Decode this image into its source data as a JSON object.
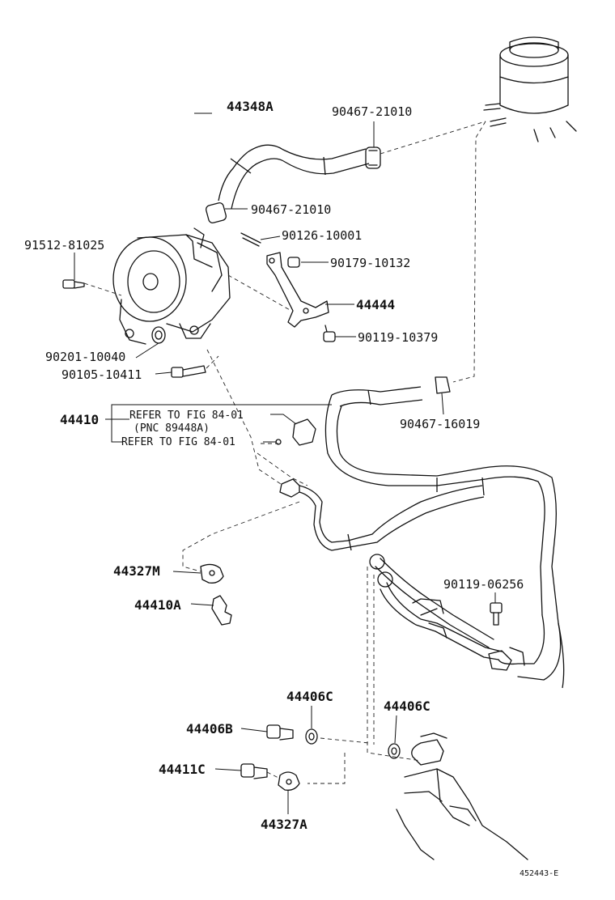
{
  "labels": {
    "l44348A": "44348A",
    "l90467_21010_a": "90467-21010",
    "l90467_21010_b": "90467-21010",
    "l90126_10001": "90126-10001",
    "l91512_81025": "91512-81025",
    "l90179_10132": "90179-10132",
    "l44444": "44444",
    "l90119_10379": "90119-10379",
    "l90201_10040": "90201-10040",
    "l90105_10411": "90105-10411",
    "l44410": "44410",
    "ref1": "REFER TO FIG 84-01",
    "pnc": "(PNC 89448A)",
    "ref2": "REFER TO FIG 84-01",
    "l90467_16019": "90467-16019",
    "l44327M": "44327M",
    "l44410A": "44410A",
    "l90119_06256": "90119-06256",
    "l44406C_a": "44406C",
    "l44406C_b": "44406C",
    "l44406B": "44406B",
    "l44411C": "44411C",
    "l44327A": "44327A"
  },
  "footer": {
    "code": "452443-E"
  },
  "icons": [
    "reservoir-icon",
    "pump-icon",
    "hose-icon",
    "clamp-icon",
    "bolt-icon",
    "bracket-icon",
    "pressure-line-icon",
    "steering-gear-icon",
    "washer-icon",
    "union-bolt-icon"
  ]
}
